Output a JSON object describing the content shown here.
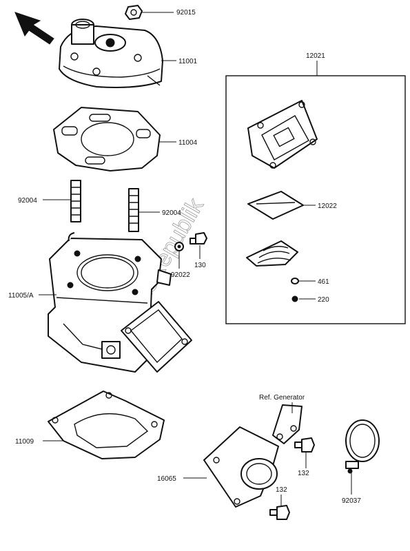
{
  "labels": {
    "p92015": "92015",
    "p11001": "11001",
    "p12021": "12021",
    "p11004": "11004",
    "p92004_left": "92004",
    "p92004_right": "92004",
    "p12022": "12022",
    "p130": "130",
    "p92022": "92022",
    "p461": "461",
    "p220": "220",
    "p11005A": "11005/A",
    "ref_generator": "Ref. Generator",
    "p11009": "11009",
    "p16065": "16065",
    "p132_upper": "132",
    "p132_lower": "132",
    "p92037": "92037"
  },
  "watermark": "PartsRepublik",
  "icons": {
    "direction": "arrow-up-left-icon"
  }
}
